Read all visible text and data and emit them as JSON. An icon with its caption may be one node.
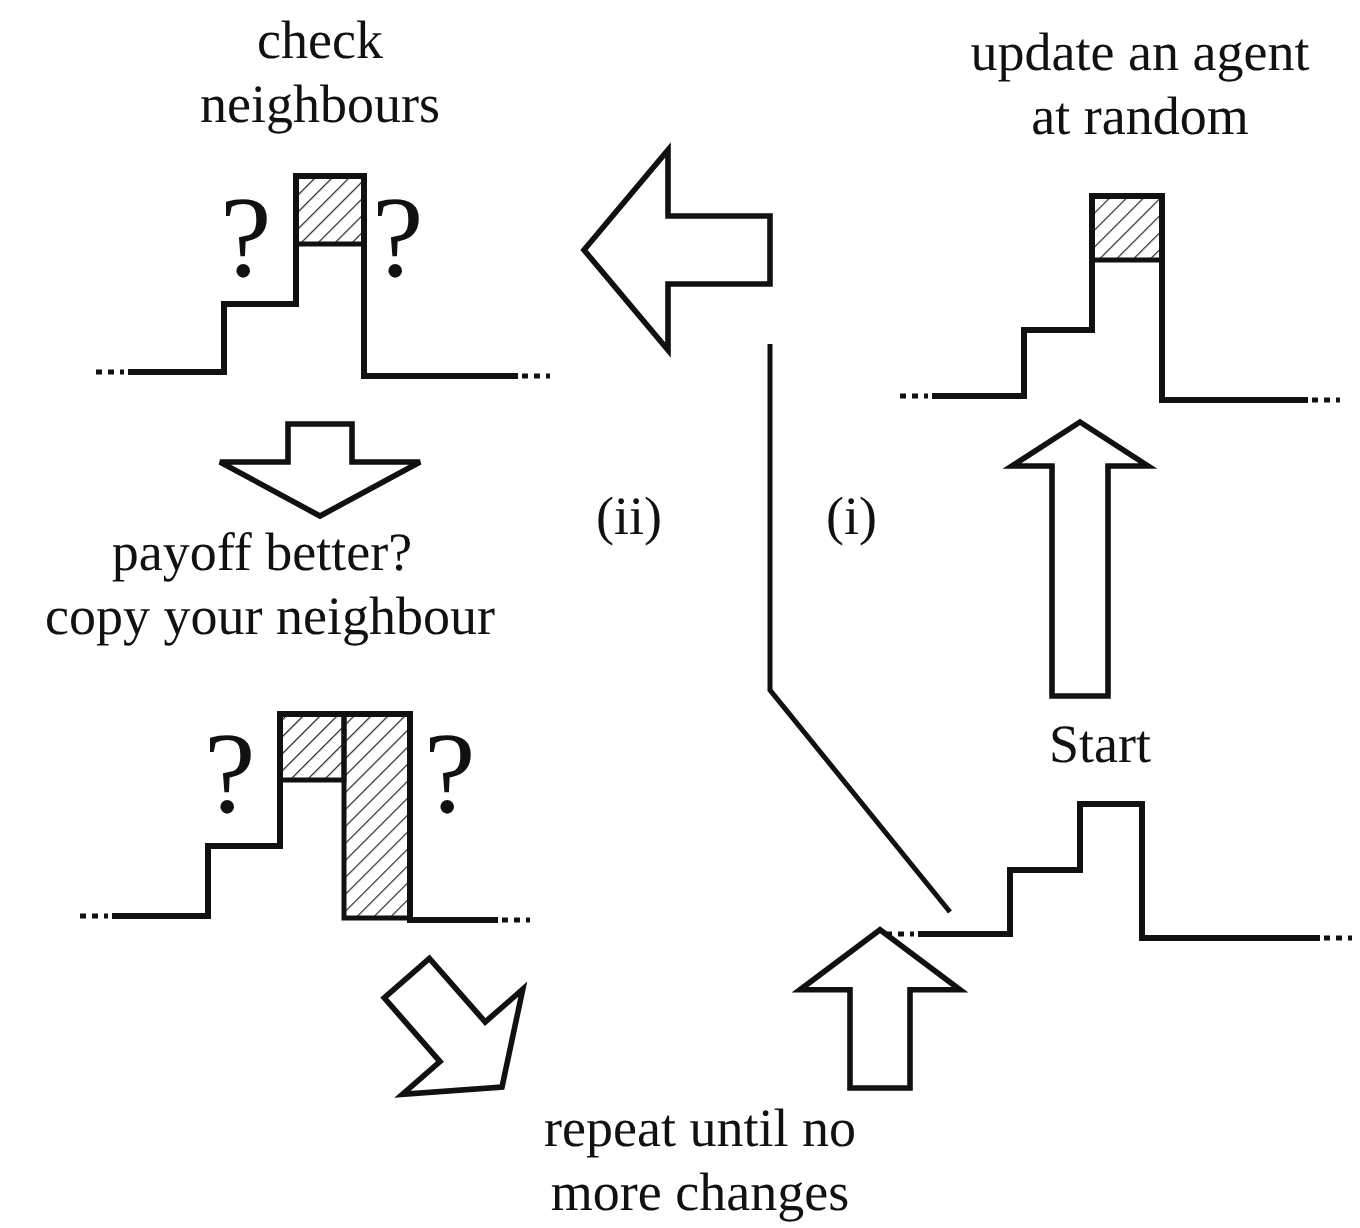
{
  "diagram": {
    "nodes": [
      {
        "text": [
          "check neighbours",
          "?",
          "?"
        ]
      },
      {
        "text": [
          "update an agent at random"
        ]
      },
      {
        "text": [
          "payoff better?",
          "copy your neighbour",
          "?",
          "?"
        ]
      },
      {
        "text": [
          "Start"
        ]
      },
      {
        "text": [
          "repeat until no more changes"
        ]
      }
    ],
    "edges": [
      {
        "from": 3,
        "to": 1,
        "arrow": "to"
      },
      {
        "from": 1,
        "to": 0,
        "arrow": "to"
      },
      {
        "from": 0,
        "to": 2,
        "arrow": "to"
      },
      {
        "from": 2,
        "to": 4,
        "arrow": "to"
      },
      {
        "from": 4,
        "to": 3,
        "arrow": "to"
      }
    ],
    "labels": [
      "(ii)",
      "(i)"
    ]
  }
}
